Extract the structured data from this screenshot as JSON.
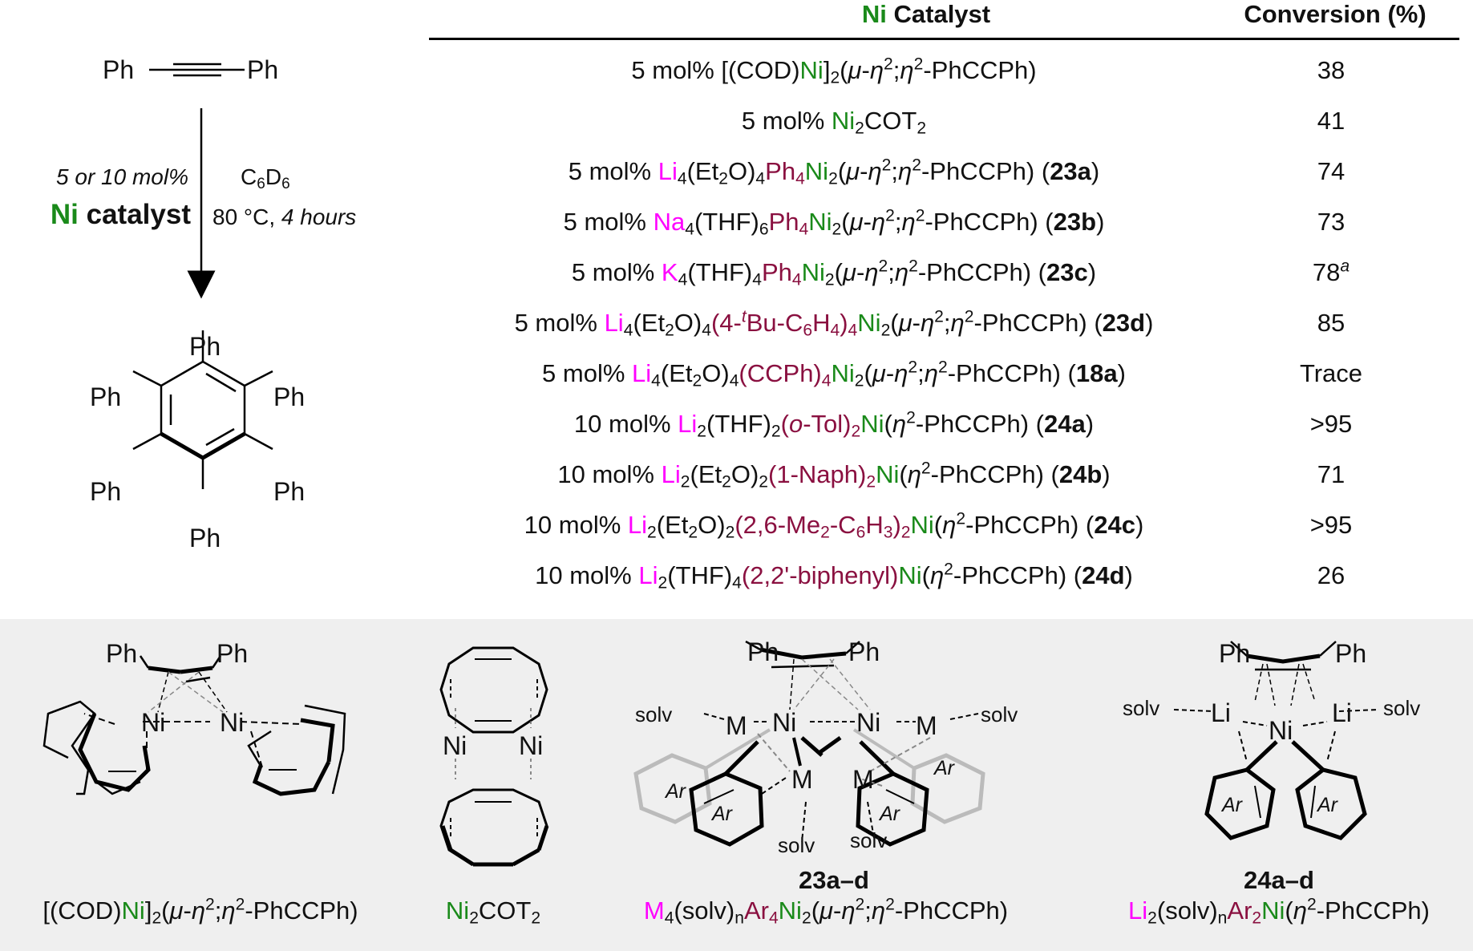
{
  "reaction": {
    "substrate": {
      "left": "Ph",
      "right": "Ph"
    },
    "conditions": {
      "loading": "5 or 10 mol%",
      "catalyst_ni": "Ni",
      "catalyst_word": "catalyst",
      "solvent_c": "C",
      "solvent_c_sub": "6",
      "solvent_d": "D",
      "solvent_d_sub": "6",
      "temp": "80 °C,",
      "time": "4 hours"
    },
    "product_substituent": "Ph"
  },
  "table": {
    "header_ni": "Ni",
    "header_catalyst": "Catalyst",
    "header_conversion": "Conversion (%)",
    "rows": [
      {
        "conversion": "38"
      },
      {
        "conversion": "41"
      },
      {
        "conversion": "74",
        "compound": "23a"
      },
      {
        "conversion": "73",
        "compound": "23b"
      },
      {
        "conversion": "78",
        "conversion_note": "a",
        "compound": "23c"
      },
      {
        "conversion": "85",
        "compound": "23d"
      },
      {
        "conversion": "Trace",
        "compound": "18a"
      },
      {
        "conversion": ">95",
        "compound": "24a"
      },
      {
        "conversion": "71",
        "compound": "24b"
      },
      {
        "conversion": ">95",
        "compound": "24c"
      },
      {
        "conversion": "26",
        "compound": "24d"
      }
    ]
  },
  "structures": {
    "s1": {
      "ph": "Ph",
      "ni": "Ni"
    },
    "s2": {
      "ni": "Ni",
      "label_ni": "Ni",
      "label_rest": "COT",
      "label_sub1": "2",
      "label_sub2": "2"
    },
    "s3": {
      "ph": "Ph",
      "ni": "Ni",
      "m": "M",
      "solv": "solv",
      "ar": "Ar",
      "compound": "23a–d"
    },
    "s4": {
      "ph": "Ph",
      "ni": "Ni",
      "li": "Li",
      "solv": "solv",
      "ar": "Ar",
      "compound": "24a–d"
    }
  },
  "colors": {
    "ni": "#1a8a1a",
    "alkali": "#ff00ff",
    "ligand": "#8a1040",
    "panel": "#efefef"
  }
}
